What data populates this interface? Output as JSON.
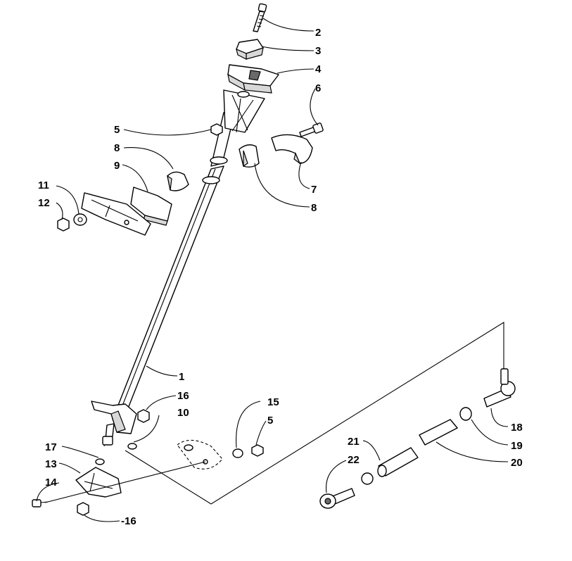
{
  "callouts": [
    {
      "id": "c2",
      "text": "2"
    },
    {
      "id": "c3",
      "text": "3"
    },
    {
      "id": "c4",
      "text": "4"
    },
    {
      "id": "c6",
      "text": "6"
    },
    {
      "id": "c5a",
      "text": "5"
    },
    {
      "id": "c8a",
      "text": "8"
    },
    {
      "id": "c9",
      "text": "9"
    },
    {
      "id": "c11",
      "text": "11"
    },
    {
      "id": "c12",
      "text": "12"
    },
    {
      "id": "c7",
      "text": "7"
    },
    {
      "id": "c8b",
      "text": "8"
    },
    {
      "id": "c1",
      "text": "1"
    },
    {
      "id": "c16a",
      "text": "16"
    },
    {
      "id": "c10",
      "text": "10"
    },
    {
      "id": "c15",
      "text": "15"
    },
    {
      "id": "c5b",
      "text": "5"
    },
    {
      "id": "c17",
      "text": "17"
    },
    {
      "id": "c13",
      "text": "13"
    },
    {
      "id": "c14",
      "text": "14"
    },
    {
      "id": "c16b",
      "text": "-16"
    },
    {
      "id": "c21",
      "text": "21"
    },
    {
      "id": "c22",
      "text": "22"
    },
    {
      "id": "c18",
      "text": "18"
    },
    {
      "id": "c19",
      "text": "19"
    },
    {
      "id": "c20",
      "text": "20"
    }
  ]
}
